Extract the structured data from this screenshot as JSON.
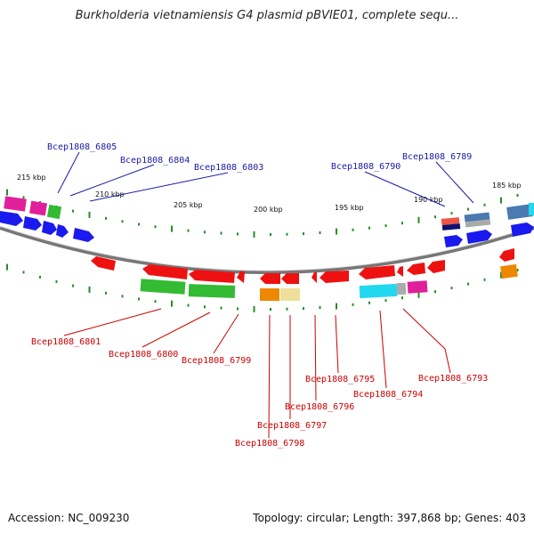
{
  "title": "Burkholderia vietnamiensis G4 plasmid pBVIE01, complete sequ...",
  "footer": {
    "accession": "Accession: NC_009230",
    "topology": "Topology: circular; Length: 397,868 bp; Genes: 403"
  },
  "colors": {
    "backbone": "#777777",
    "tick": "#2a8a2a",
    "label_top": "#1a1aa6",
    "label_bottom": "#cc0000",
    "red": "#ee1111",
    "green": "#33bb33",
    "blue": "#1a1aee",
    "magenta": "#e0209a",
    "cyan": "#22d8ee",
    "orange": "#ee8800",
    "yellow": "#eee099",
    "navy": "#101070",
    "steel": "#4a7ab0",
    "salmon": "#ee5544",
    "gray": "#aaaaaa"
  },
  "scale": {
    "ticks": [
      {
        "label": "215 kbp"
      },
      {
        "label": "210 kbp"
      },
      {
        "label": "205 kbp"
      },
      {
        "label": "200 kbp"
      },
      {
        "label": "195 kbp"
      },
      {
        "label": "190 kbp"
      },
      {
        "label": "185 kbp"
      }
    ]
  },
  "labels_top": [
    {
      "text": "Bcep1808_6805"
    },
    {
      "text": "Bcep1808_6804"
    },
    {
      "text": "Bcep1808_6803"
    },
    {
      "text": "Bcep1808_6790"
    },
    {
      "text": "Bcep1808_6789"
    }
  ],
  "labels_bottom": [
    {
      "text": "Bcep1808_6801"
    },
    {
      "text": "Bcep1808_6800"
    },
    {
      "text": "Bcep1808_6799"
    },
    {
      "text": "Bcep1808_6795"
    },
    {
      "text": "Bcep1808_6794"
    },
    {
      "text": "Bcep1808_6793"
    },
    {
      "text": "Bcep1808_6796"
    },
    {
      "text": "Bcep1808_6797"
    },
    {
      "text": "Bcep1808_6798"
    }
  ]
}
